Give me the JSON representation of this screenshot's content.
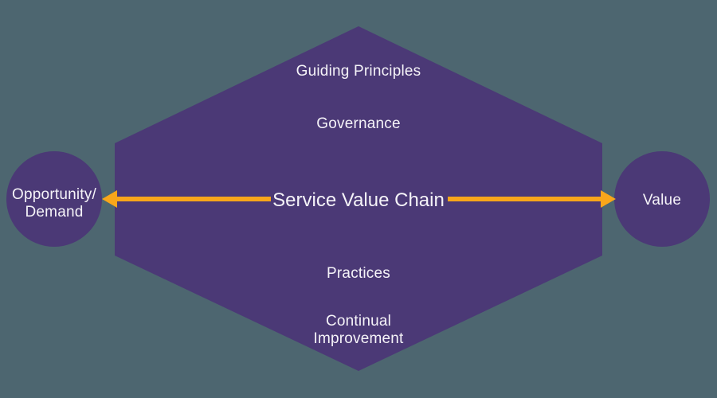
{
  "colors": {
    "background": "#4d6670",
    "shape_purple": "#4b3976",
    "arrow_orange": "#f9a61a",
    "text": "#f5f3f8"
  },
  "hexagon": {
    "guiding_principles_label": "Guiding Principles",
    "governance_label": "Governance",
    "center_label": "Service Value Chain",
    "practices_label": "Practices",
    "continual_improvement_line1": "Continual",
    "continual_improvement_line2": "Improvement"
  },
  "left_circle": {
    "label_line1": "Opportunity/",
    "label_line2": "Demand"
  },
  "right_circle": {
    "label": "Value"
  }
}
